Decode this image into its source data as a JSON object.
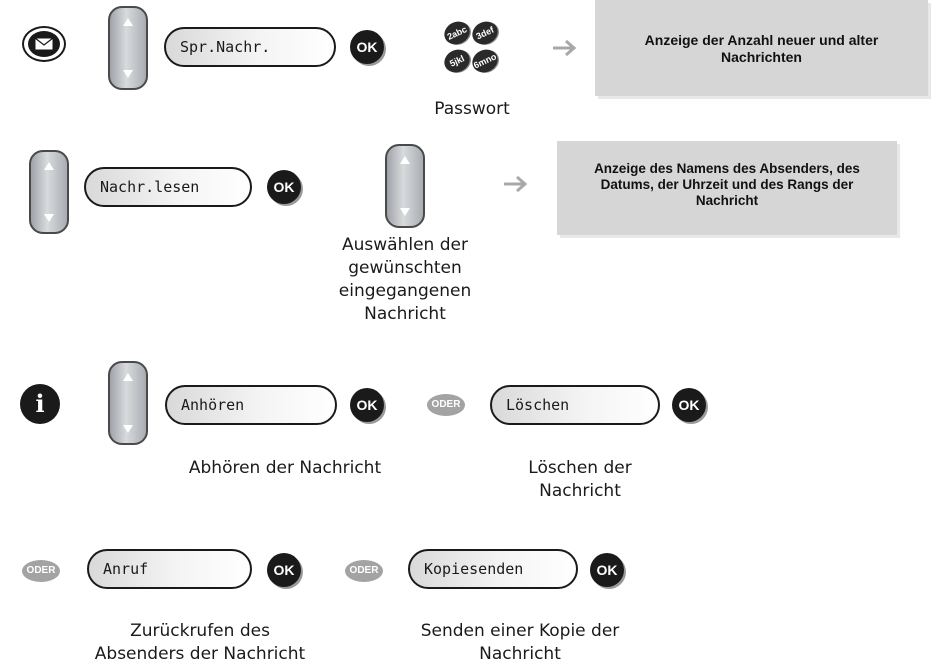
{
  "step1": {
    "display": "Spr.Nachr.",
    "ok": "OK",
    "keypad_keys": [
      "2abc",
      "3def",
      "5jkl",
      "6mno"
    ],
    "keypad_caption": "Passwort",
    "result": "Anzeige der Anzahl neuer und alter Nachrichten"
  },
  "step2": {
    "display": "Nachr.lesen",
    "ok": "OK",
    "nav_caption": "Auswählen der\ngewünschten\neingegangenen\nNachricht",
    "result": "Anzeige des Namens des Absenders, des Datums, der Uhrzeit und des Rangs der Nachricht"
  },
  "step3": {
    "info_key": "i",
    "display": "Anhören",
    "ok": "OK",
    "caption": "Abhören der Nachricht",
    "oder": "ODER",
    "alt_display": "Löschen",
    "alt_ok": "OK",
    "alt_caption": "Löschen der\nNachricht"
  },
  "step4": {
    "oder1": "ODER",
    "display": "Anruf",
    "ok": "OK",
    "caption": "Zurückrufen des\nAbsenders der Nachricht",
    "oder2": "ODER",
    "alt_display": "Kopiesenden",
    "alt_ok": "OK",
    "alt_caption": "Senden einer Kopie der\nNachricht"
  }
}
